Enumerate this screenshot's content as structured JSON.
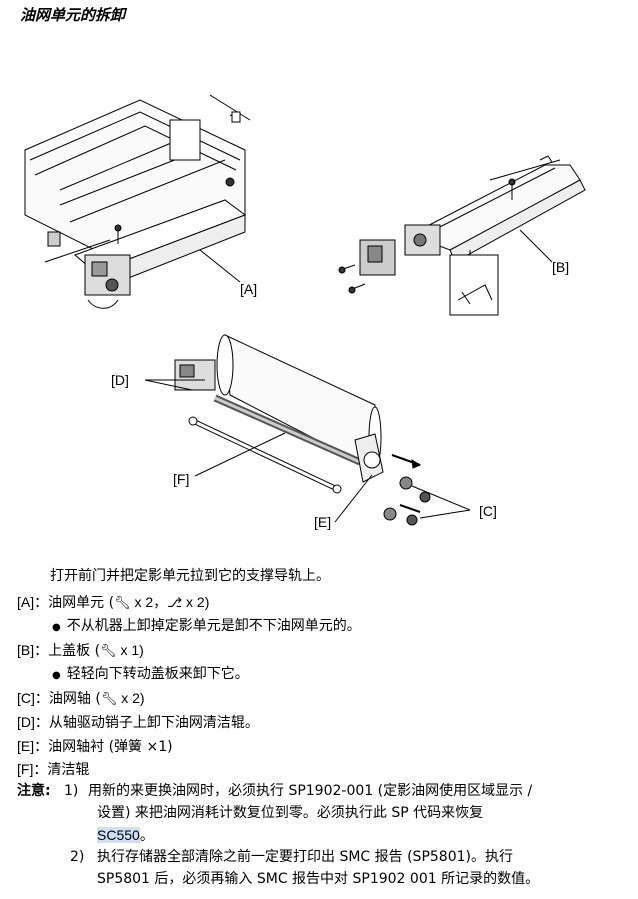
{
  "title": "油网单元的拆卸",
  "callouts": {
    "A": "[A]",
    "B": "[B]",
    "C": "[C]",
    "D": "[D]",
    "E": "[E]",
    "F": "[F]"
  },
  "icons": {
    "screw": "screwdriver-icon",
    "connector": "connector-icon"
  },
  "intro": "打开前门并把定影单元拉到它的支撑导轨上。",
  "items": {
    "a": {
      "tag": "[A]",
      "label": "：油网单元 (",
      "screw_count": " x 2，",
      "conn_count": " x 2)",
      "bullet": "不从机器上卸掉定影单元是卸不下油网单元的。"
    },
    "b": {
      "tag": "[B]",
      "label": "：上盖板 (",
      "screw_count": " x 1)",
      "bullet": "轻轻向下转动盖板来卸下它。"
    },
    "c": {
      "tag": "[C]",
      "label": "：油网轴 (",
      "screw_count": " x 2)"
    },
    "d": {
      "tag": "[D]",
      "text": "：从轴驱动销子上卸下油网清洁辊。"
    },
    "e": {
      "tag": "[E]",
      "text": "：油网轴衬 (弹簧 ×1)"
    },
    "f": {
      "tag": "[F]",
      "text": "：清洁辊"
    }
  },
  "note": {
    "label": "注意:",
    "n1_num": "1)",
    "n1_line1": "用新的来更换油网时，必须执行 SP1902-001 (定影油网使用区域显示 /",
    "n1_line2": "设置) 来把油网消耗计数复位到零。必须执行此 SP 代码来恢复",
    "n1_line3_hl": "SC550",
    "n1_line3_end": "。",
    "n2_num": "2)",
    "n2_line1": "执行存储器全部清除之前一定要打印出 SMC 报告 (SP5801)。执行",
    "n2_line2": "SP5801 后，必须再输入 SMC 报告中对 SP1902 001 所记录的数值。"
  }
}
